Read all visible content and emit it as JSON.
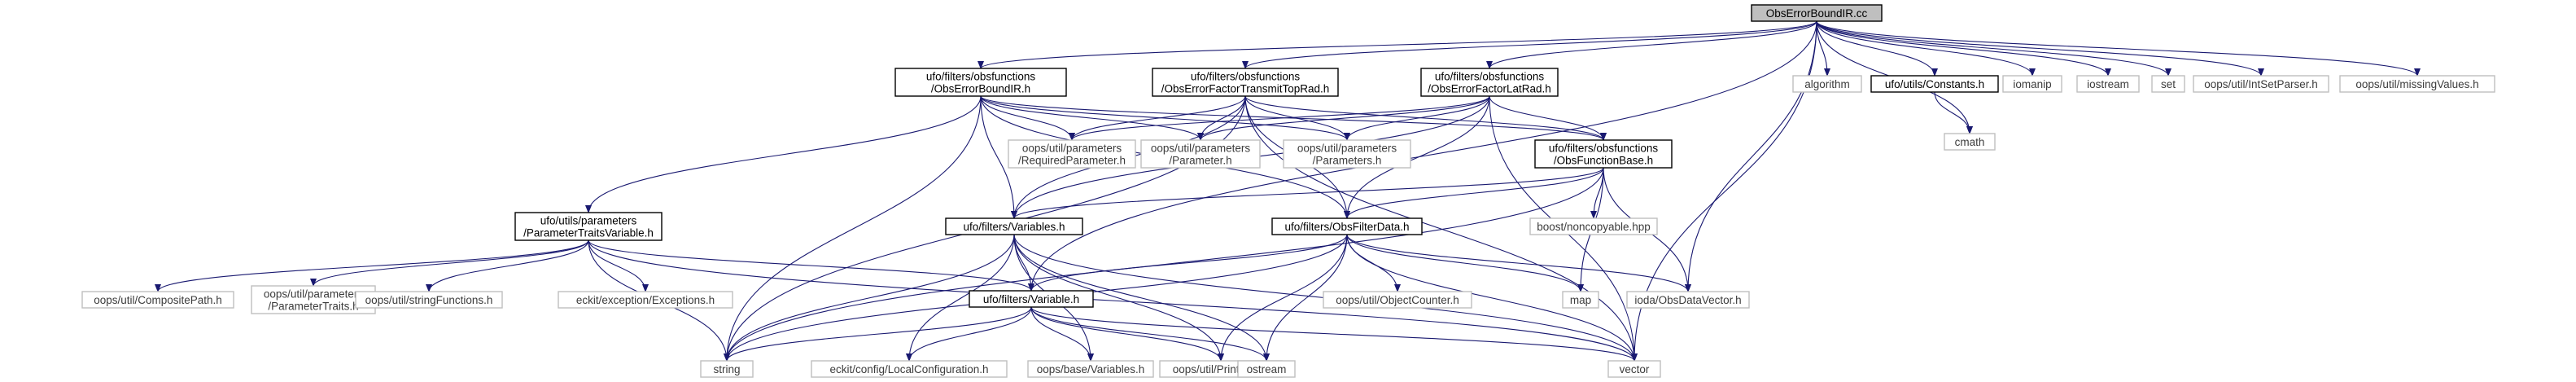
{
  "colors": {
    "edge": "#191970",
    "root_fill": "#bfbfbf",
    "node_border": "#000000",
    "external_border": "#bfbfbf",
    "background": "#ffffff"
  },
  "nodes": [
    {
      "id": "root",
      "kind": "root",
      "lines": [
        "ObsErrorBoundIR.cc"
      ]
    },
    {
      "id": "boundir_h",
      "kind": "doc",
      "lines": [
        "ufo/filters/obsfunctions",
        "/ObsErrorBoundIR.h"
      ]
    },
    {
      "id": "transmit_h",
      "kind": "doc",
      "lines": [
        "ufo/filters/obsfunctions",
        "/ObsErrorFactorTransmitTopRad.h"
      ]
    },
    {
      "id": "latrad_h",
      "kind": "doc",
      "lines": [
        "ufo/filters/obsfunctions",
        "/ObsErrorFactorLatRad.h"
      ]
    },
    {
      "id": "algorithm",
      "kind": "ext",
      "lines": [
        "algorithm"
      ]
    },
    {
      "id": "constants_h",
      "kind": "doc",
      "lines": [
        "ufo/utils/Constants.h"
      ]
    },
    {
      "id": "iomanip",
      "kind": "ext",
      "lines": [
        "iomanip"
      ]
    },
    {
      "id": "iostream",
      "kind": "ext",
      "lines": [
        "iostream"
      ]
    },
    {
      "id": "set",
      "kind": "ext",
      "lines": [
        "set"
      ]
    },
    {
      "id": "intsetparser",
      "kind": "ext",
      "lines": [
        "oops/util/IntSetParser.h"
      ]
    },
    {
      "id": "missingvalues",
      "kind": "ext",
      "lines": [
        "oops/util/missingValues.h"
      ]
    },
    {
      "id": "cmath",
      "kind": "ext",
      "lines": [
        "cmath"
      ]
    },
    {
      "id": "required",
      "kind": "ext",
      "lines": [
        "oops/util/parameters",
        "/RequiredParameter.h"
      ]
    },
    {
      "id": "parameter",
      "kind": "ext",
      "lines": [
        "oops/util/parameters",
        "/Parameter.h"
      ]
    },
    {
      "id": "parameters",
      "kind": "ext",
      "lines": [
        "oops/util/parameters",
        "/Parameters.h"
      ]
    },
    {
      "id": "funcbase_h",
      "kind": "doc",
      "lines": [
        "ufo/filters/obsfunctions",
        "/ObsFunctionBase.h"
      ]
    },
    {
      "id": "traits_var_h",
      "kind": "doc",
      "lines": [
        "ufo/utils/parameters",
        "/ParameterTraitsVariable.h"
      ]
    },
    {
      "id": "variables_h",
      "kind": "doc",
      "lines": [
        "ufo/filters/Variables.h"
      ]
    },
    {
      "id": "filterdata_h",
      "kind": "doc",
      "lines": [
        "ufo/filters/ObsFilterData.h"
      ]
    },
    {
      "id": "noncopyable",
      "kind": "ext",
      "lines": [
        "boost/noncopyable.hpp"
      ]
    },
    {
      "id": "compositepath",
      "kind": "ext",
      "lines": [
        "oops/util/CompositePath.h"
      ]
    },
    {
      "id": "paramtraits",
      "kind": "ext",
      "lines": [
        "oops/util/parameters",
        "/ParameterTraits.h"
      ]
    },
    {
      "id": "stringfunctions",
      "kind": "ext",
      "lines": [
        "oops/util/stringFunctions.h"
      ]
    },
    {
      "id": "exceptions",
      "kind": "ext",
      "lines": [
        "eckit/exception/Exceptions.h"
      ]
    },
    {
      "id": "variable_h",
      "kind": "doc",
      "lines": [
        "ufo/filters/Variable.h"
      ]
    },
    {
      "id": "objectcounter",
      "kind": "ext",
      "lines": [
        "oops/util/ObjectCounter.h"
      ]
    },
    {
      "id": "map",
      "kind": "ext",
      "lines": [
        "map"
      ]
    },
    {
      "id": "obsdatavector",
      "kind": "ext",
      "lines": [
        "ioda/ObsDataVector.h"
      ]
    },
    {
      "id": "string",
      "kind": "ext",
      "lines": [
        "string"
      ]
    },
    {
      "id": "localconfig",
      "kind": "ext",
      "lines": [
        "eckit/config/LocalConfiguration.h"
      ]
    },
    {
      "id": "basevariables",
      "kind": "ext",
      "lines": [
        "oops/base/Variables.h"
      ]
    },
    {
      "id": "printable",
      "kind": "ext",
      "lines": [
        "oops/util/Printable.h"
      ]
    },
    {
      "id": "ostream",
      "kind": "ext",
      "lines": [
        "ostream"
      ]
    },
    {
      "id": "vector",
      "kind": "ext",
      "lines": [
        "vector"
      ]
    }
  ],
  "edges": [
    [
      "root",
      "boundir_h"
    ],
    [
      "root",
      "transmit_h"
    ],
    [
      "root",
      "latrad_h"
    ],
    [
      "root",
      "algorithm"
    ],
    [
      "root",
      "constants_h"
    ],
    [
      "root",
      "iomanip"
    ],
    [
      "root",
      "iostream"
    ],
    [
      "root",
      "set"
    ],
    [
      "root",
      "intsetparser"
    ],
    [
      "root",
      "missingvalues"
    ],
    [
      "root",
      "cmath"
    ],
    [
      "root",
      "obsdatavector"
    ],
    [
      "root",
      "vector"
    ],
    [
      "root",
      "variable_h"
    ],
    [
      "constants_h",
      "cmath"
    ],
    [
      "boundir_h",
      "required"
    ],
    [
      "boundir_h",
      "parameter"
    ],
    [
      "boundir_h",
      "parameters"
    ],
    [
      "boundir_h",
      "funcbase_h"
    ],
    [
      "boundir_h",
      "traits_var_h"
    ],
    [
      "boundir_h",
      "variables_h"
    ],
    [
      "boundir_h",
      "filterdata_h"
    ],
    [
      "boundir_h",
      "string"
    ],
    [
      "transmit_h",
      "required"
    ],
    [
      "transmit_h",
      "parameter"
    ],
    [
      "transmit_h",
      "parameters"
    ],
    [
      "transmit_h",
      "funcbase_h"
    ],
    [
      "transmit_h",
      "variables_h"
    ],
    [
      "transmit_h",
      "filterdata_h"
    ],
    [
      "transmit_h",
      "string"
    ],
    [
      "transmit_h",
      "vector"
    ],
    [
      "latrad_h",
      "required"
    ],
    [
      "latrad_h",
      "parameter"
    ],
    [
      "latrad_h",
      "parameters"
    ],
    [
      "latrad_h",
      "funcbase_h"
    ],
    [
      "latrad_h",
      "variables_h"
    ],
    [
      "latrad_h",
      "filterdata_h"
    ],
    [
      "latrad_h",
      "vector"
    ],
    [
      "funcbase_h",
      "variables_h"
    ],
    [
      "funcbase_h",
      "filterdata_h"
    ],
    [
      "funcbase_h",
      "noncopyable"
    ],
    [
      "funcbase_h",
      "map"
    ],
    [
      "funcbase_h",
      "obsdatavector"
    ],
    [
      "funcbase_h",
      "string"
    ],
    [
      "traits_var_h",
      "compositepath"
    ],
    [
      "traits_var_h",
      "paramtraits"
    ],
    [
      "traits_var_h",
      "stringfunctions"
    ],
    [
      "traits_var_h",
      "exceptions"
    ],
    [
      "traits_var_h",
      "variable_h"
    ],
    [
      "traits_var_h",
      "string"
    ],
    [
      "traits_var_h",
      "vector"
    ],
    [
      "variables_h",
      "variable_h"
    ],
    [
      "variables_h",
      "string"
    ],
    [
      "variables_h",
      "localconfig"
    ],
    [
      "variables_h",
      "basevariables"
    ],
    [
      "variables_h",
      "printable"
    ],
    [
      "variables_h",
      "ostream"
    ],
    [
      "variables_h",
      "vector"
    ],
    [
      "filterdata_h",
      "variable_h"
    ],
    [
      "filterdata_h",
      "objectcounter"
    ],
    [
      "filterdata_h",
      "map"
    ],
    [
      "filterdata_h",
      "obsdatavector"
    ],
    [
      "filterdata_h",
      "string"
    ],
    [
      "filterdata_h",
      "printable"
    ],
    [
      "filterdata_h",
      "ostream"
    ],
    [
      "filterdata_h",
      "vector"
    ],
    [
      "variable_h",
      "string"
    ],
    [
      "variable_h",
      "localconfig"
    ],
    [
      "variable_h",
      "basevariables"
    ],
    [
      "variable_h",
      "printable"
    ],
    [
      "variable_h",
      "ostream"
    ],
    [
      "variable_h",
      "vector"
    ]
  ]
}
